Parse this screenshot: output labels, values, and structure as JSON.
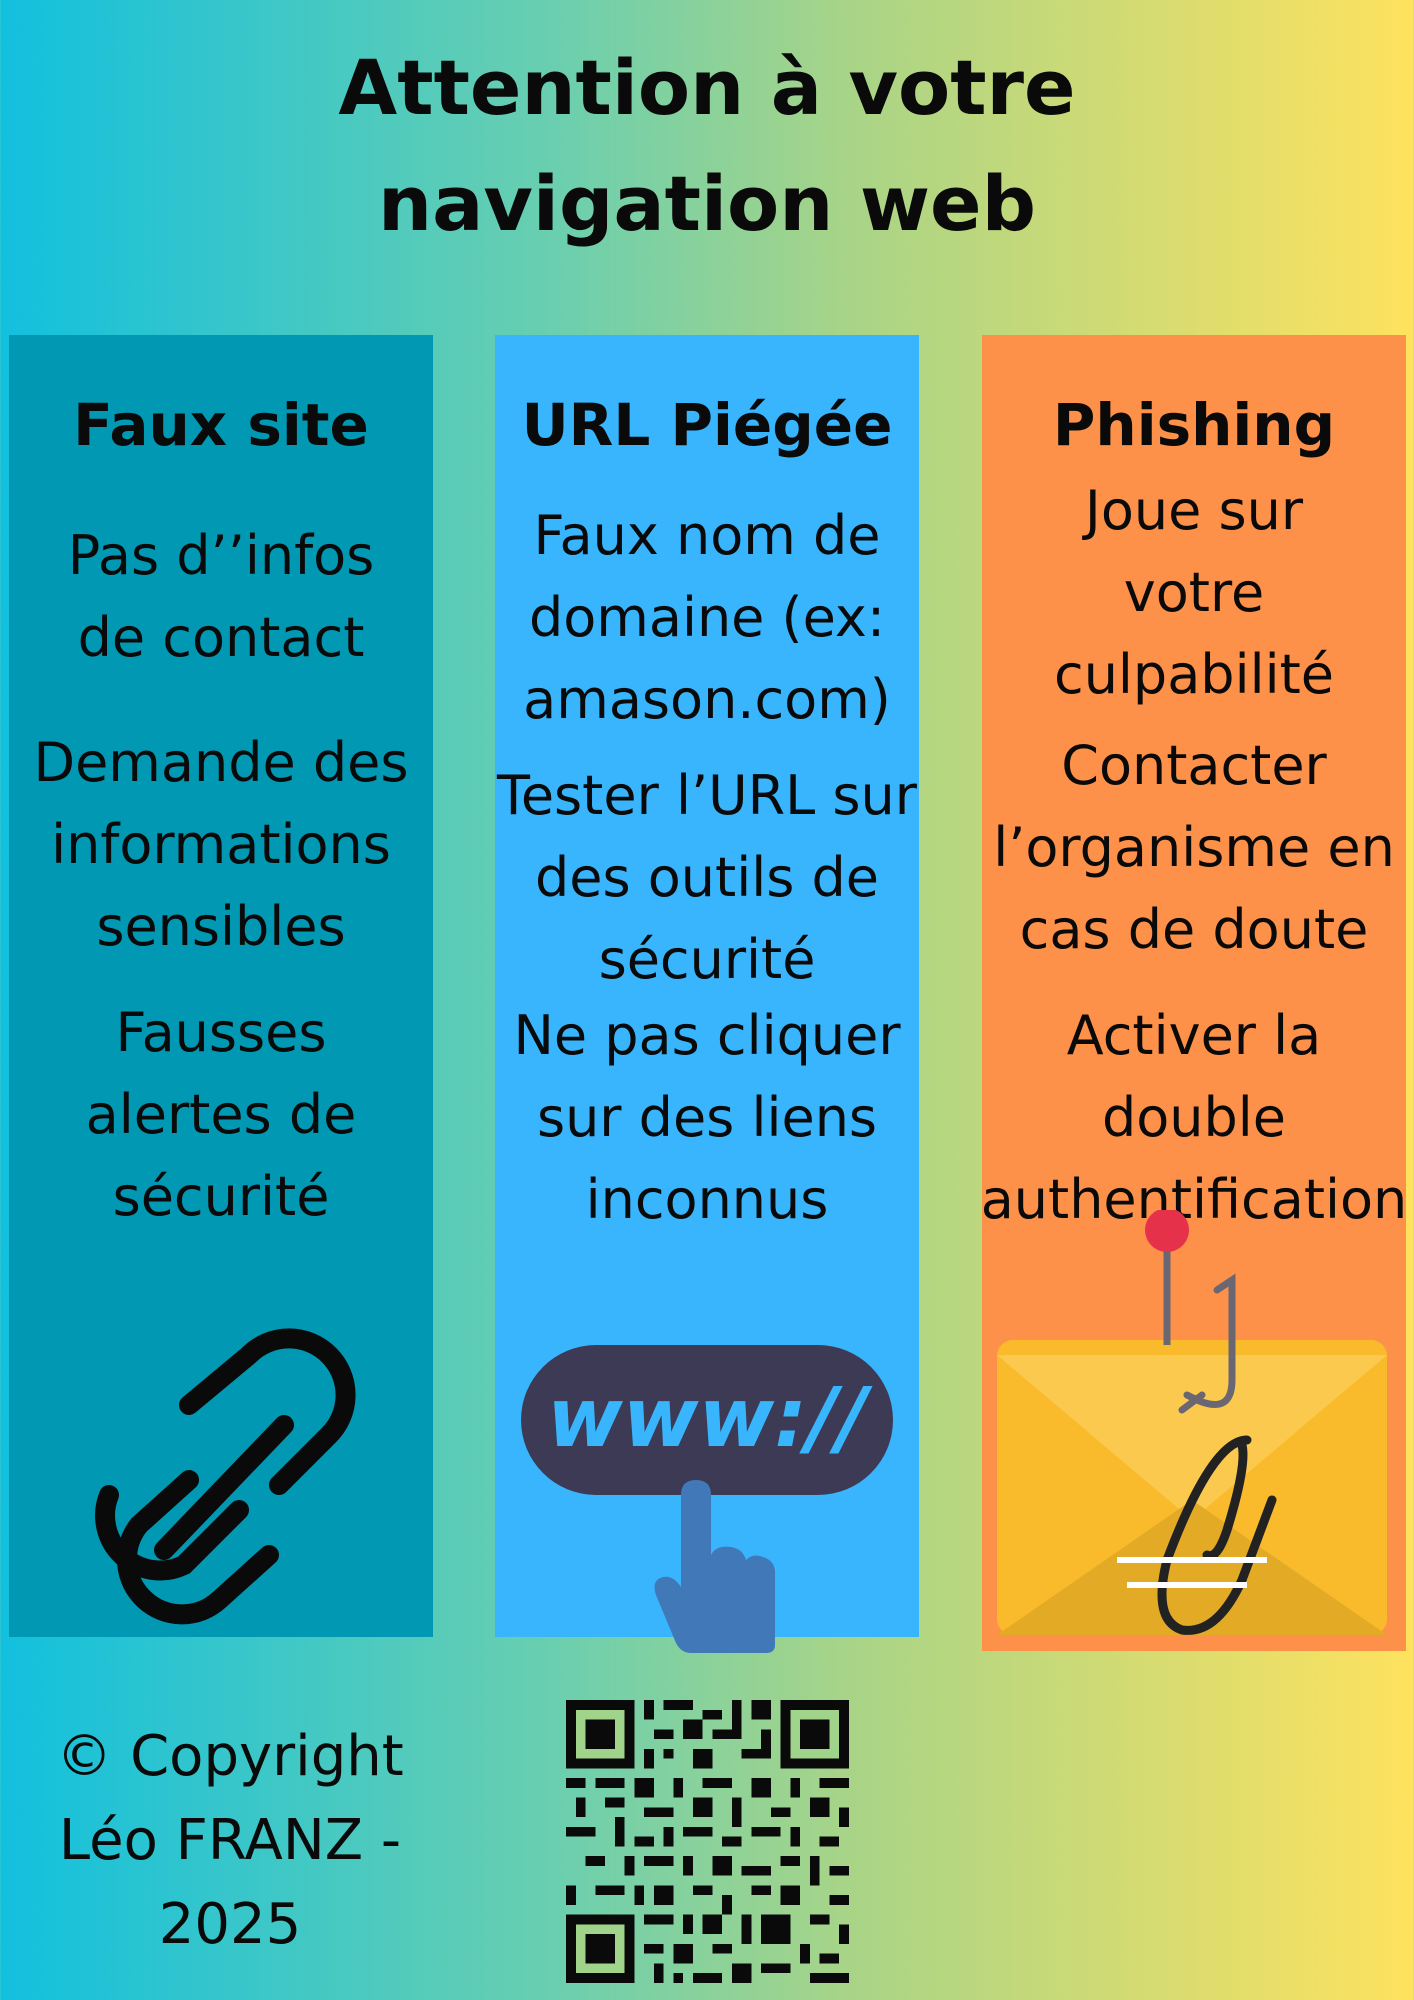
{
  "title": "Attention à votre\nnavigation web",
  "columns": [
    {
      "title": "Faux site",
      "color": "#0198b3",
      "icon": "link-icon",
      "items": [
        "Pas d’’infos\nde contact",
        "Demande des\ninformations\nsensibles",
        "Fausses\nalertes de\nsécurité"
      ]
    },
    {
      "title": "URL Piégée",
      "color": "#38b5fd",
      "icon": "url-click-icon",
      "icon_text": "www://",
      "items": [
        "Faux nom de\ndomaine (ex:\namason.com)",
        "Tester l’URL sur\ndes outils de\nsécurité",
        "Ne pas cliquer\nsur des liens\ninconnus"
      ]
    },
    {
      "title": "Phishing",
      "color": "#fe914a",
      "icon": "phishing-envelope-icon",
      "items": [
        "Joue sur\nvotre\nculpabilité",
        "Contacter\nl’organisme en\ncas de doute",
        "Activer la\ndouble\nauthentification"
      ]
    }
  ],
  "footer": {
    "copyright": "© Copyright\nLéo FRANZ -\n2025",
    "qr_icon": "qr-code-icon"
  }
}
